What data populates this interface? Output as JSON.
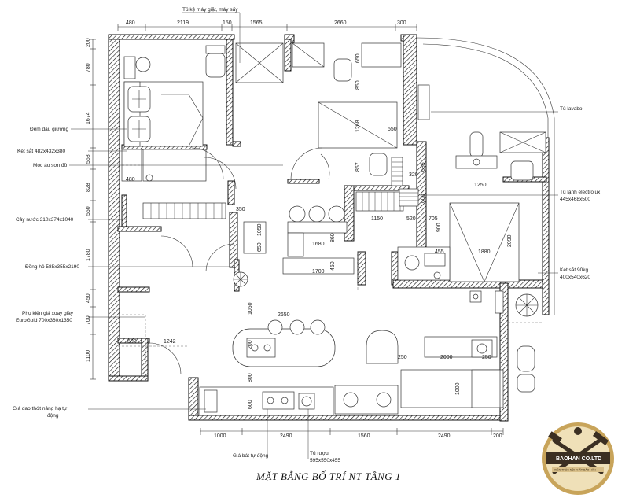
{
  "title": "MẶT BẰNG BỐ TRÍ NT TẦNG 1",
  "logo": {
    "name": "BAOHAN CO.LTD",
    "tagline": "KIẾN TRÚC NỘI THẤT BẢO HÂN",
    "colors": {
      "ring": "#c8a45a",
      "band": "#3b2f22",
      "fill": "#efe0b8"
    }
  },
  "dims_top": [
    "480",
    "2119",
    "150",
    "1565",
    "2660",
    "300"
  ],
  "dims_bottom": [
    "1000",
    "2490",
    "1560",
    "2490",
    "200"
  ],
  "dims_left": [
    "200",
    "780",
    "1674",
    "568",
    "828",
    "550",
    "1780",
    "450",
    "700",
    "1100"
  ],
  "dims_inner": {
    "d_650_a": "650",
    "d_850": "850",
    "d_1268": "1268",
    "d_550": "550",
    "d_857": "857",
    "d_320": "320",
    "d_685": "685",
    "d_600_a": "600",
    "d_1250": "1250",
    "d_350": "350",
    "d_1050_a": "1050",
    "d_650_b": "650",
    "d_1680": "1680",
    "d_860": "860",
    "d_1700": "1700",
    "d_450": "450",
    "d_1150": "1150",
    "d_520": "520",
    "d_705": "705",
    "d_900": "900",
    "d_2090": "2090",
    "d_455": "455",
    "d_1880": "1880",
    "d_480": "480",
    "d_600_b": "600",
    "d_1242": "1242",
    "d_2650": "2650",
    "d_1050_b": "1050",
    "d_250_a": "250",
    "d_2000": "2000",
    "d_250_b": "250",
    "d_1000": "1000",
    "d_800": "800",
    "d_600_c": "600",
    "d_200": "200"
  },
  "labels": {
    "tu_ke_may_giat": "Tủ kệ máy giặt, máy sấy",
    "tu_lavabo": "Tủ lavabo",
    "dem_dau_giuong": "Đệm đầu giường",
    "ket_sat_1": "Két sắt 482x432x380",
    "moc_ao": "Móc áo sơn đồ",
    "tu_lanh": "Tủ lạnh electrolux",
    "tu_lanh_size": "445x468x500",
    "cay_nuoc": "Cây nước 310x374x1040",
    "dong_ho": "Đồng hồ 585x355x2190",
    "ket_sat_2": "Két sắt 90kg",
    "ket_sat_2_size": "400x540x620",
    "phu_kien": "Phụ kiện giá xoay giày",
    "phu_kien_2": "EuroGold 700x360x1350",
    "gia_dao": "Giá dao thớt nâng hạ tự",
    "gia_dao_2": "động",
    "gia_bat": "Giá bát tự động",
    "tu_ruou": "Tủ rượu",
    "tu_ruou_size": "595x550x455"
  }
}
